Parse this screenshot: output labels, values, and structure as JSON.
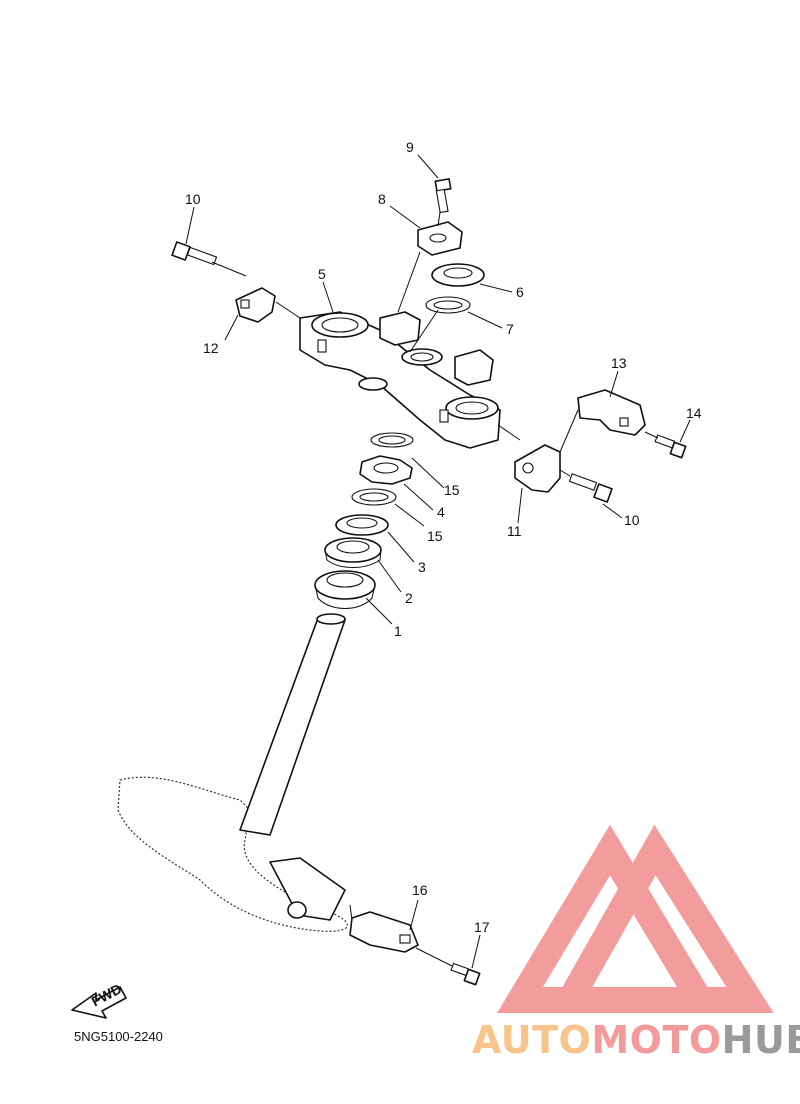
{
  "diagram_code": "5NG5100-2240",
  "fwd_label": "FWD",
  "watermark": {
    "part1": "AUTO",
    "part2": "MOTO",
    "part3": "HUB"
  },
  "callouts": {
    "c1": "1",
    "c2": "2",
    "c3": "3",
    "c4": "4",
    "c5": "5",
    "c6": "6",
    "c7": "7",
    "c8": "8",
    "c9": "9",
    "c10a": "10",
    "c10b": "10",
    "c11": "11",
    "c12": "12",
    "c13": "13",
    "c14": "14",
    "c15a": "15",
    "c15b": "15",
    "c16": "16",
    "c17": "17"
  },
  "colors": {
    "line": "#111111",
    "watermark_logo": "#f28b8b"
  }
}
